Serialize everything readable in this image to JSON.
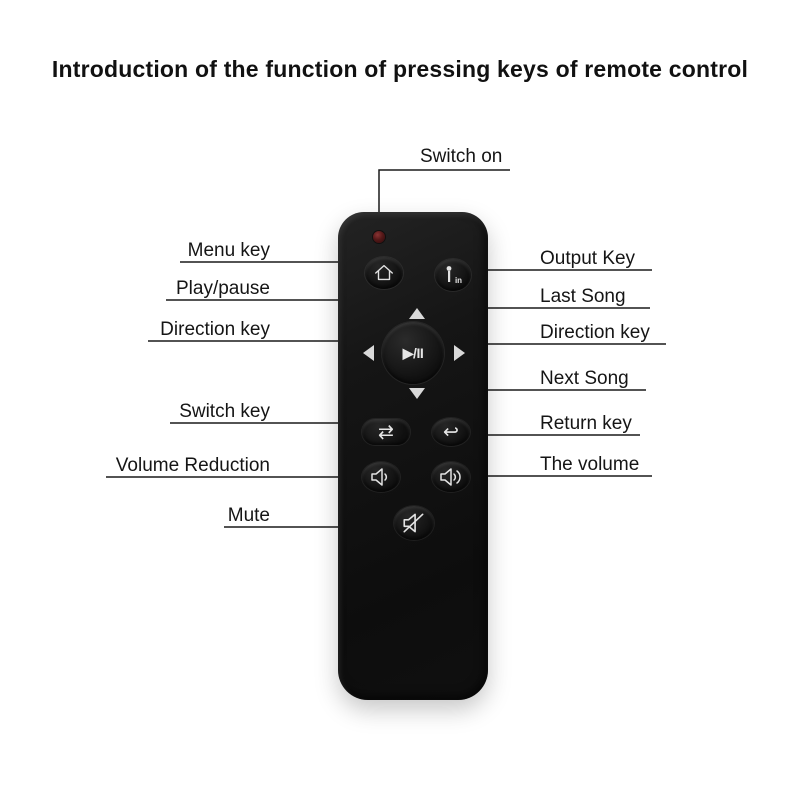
{
  "title": "Introduction of the function of pressing keys of remote control",
  "callouts": {
    "switch_on": "Switch on",
    "menu_key": "Menu key",
    "play_pause": "Play/pause",
    "direction_key_left": "Direction key",
    "switch_key": "Switch key",
    "volume_reduction": "Volume Reduction",
    "mute": "Mute",
    "output_key": "Output Key",
    "last_song": "Last Song",
    "direction_key_right": "Direction key",
    "next_song": "Next Song",
    "return_key": "Return key",
    "the_volume": "The volume"
  },
  "remote": {
    "play_pause_glyph": "▶/II",
    "switch_glyph": "⇄",
    "return_glyph": "↩",
    "output_icon_text": "in"
  },
  "colors": {
    "background": "#ffffff",
    "text": "#151515",
    "callout_line": "#1a1a1a",
    "remote_body": "#121212",
    "icon": "#e3e3e3",
    "power_led": "#6e2424"
  }
}
